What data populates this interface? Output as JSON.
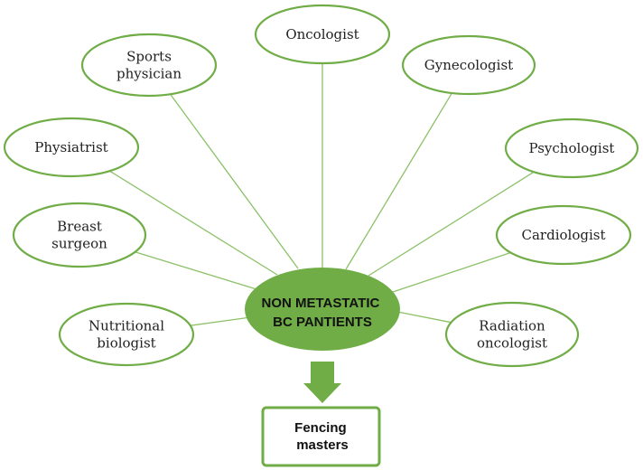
{
  "center": {
    "lines": [
      "NON METASTATIC",
      "BC PANTIENTS"
    ]
  },
  "specialists": [
    {
      "id": "oncologist",
      "lines": [
        "Oncologist"
      ]
    },
    {
      "id": "gynecologist",
      "lines": [
        "Gynecologist"
      ]
    },
    {
      "id": "psychologist",
      "lines": [
        "Psychologist"
      ]
    },
    {
      "id": "cardiologist",
      "lines": [
        "Cardiologist"
      ]
    },
    {
      "id": "radiation-oncologist",
      "lines": [
        "Radiation",
        "oncologist"
      ]
    },
    {
      "id": "nutritional-biologist",
      "lines": [
        "Nutritional",
        "biologist"
      ]
    },
    {
      "id": "breast-surgeon",
      "lines": [
        "Breast",
        "surgeon"
      ]
    },
    {
      "id": "physiatrist",
      "lines": [
        "Physiatrist"
      ]
    },
    {
      "id": "sports-physician",
      "lines": [
        "Sports",
        "physician"
      ]
    }
  ],
  "result": {
    "lines": [
      "Fencing",
      "masters"
    ]
  },
  "colors": {
    "accent": "#70ad47",
    "outline": "#70ad47",
    "connector": "#8cc168",
    "text": "#222222"
  }
}
